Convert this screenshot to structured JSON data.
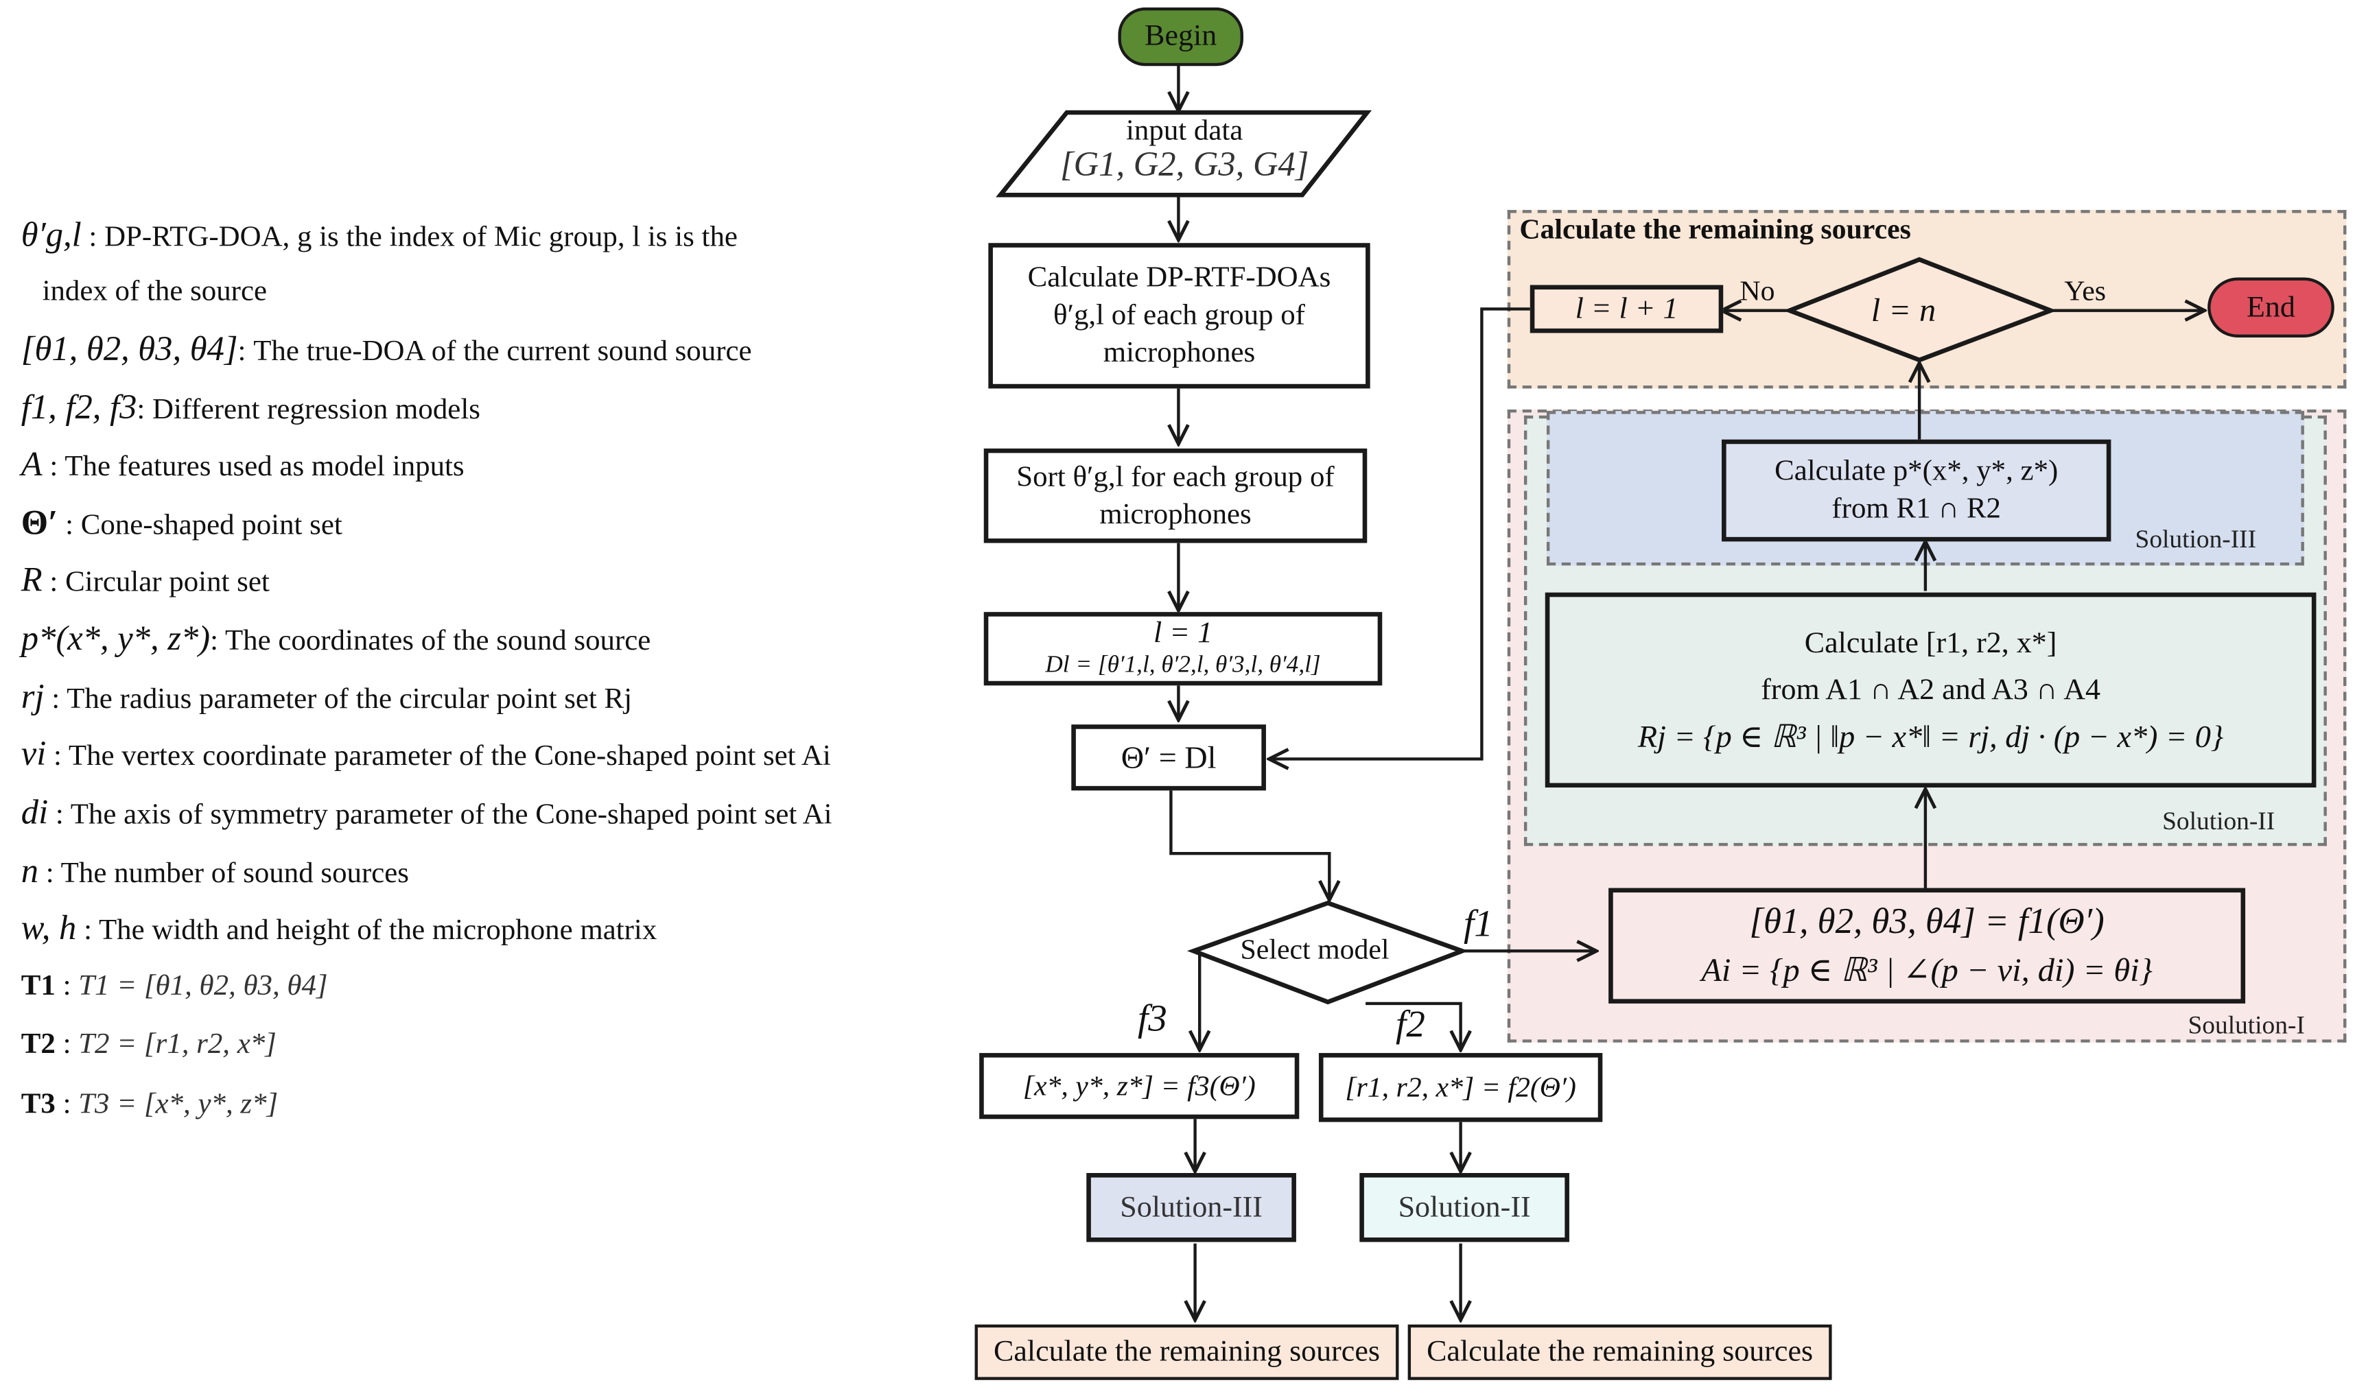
{
  "legend": [
    {
      "symbol": "θ′g,l",
      "sep": " : ",
      "text": "DP-RTG-DOA, g is  the index of Mic group, l is  is  the"
    },
    {
      "symbol": "",
      "sep": "",
      "text": "index of  the source"
    },
    {
      "symbol": "[θ1, θ2, θ3, θ4]",
      "sep": ": ",
      "text": "The true-DOA of the current sound source"
    },
    {
      "symbol": "f1, f2, f3",
      "sep": ": ",
      "text": "Different regression models"
    },
    {
      "symbol": "A",
      "sep": "  : ",
      "text": "The features used as model inputs"
    },
    {
      "symbol": "Θ′",
      "sep": " : ",
      "text": "Cone-shaped point set"
    },
    {
      "symbol": "R",
      "sep": "  : ",
      "text": "Circular point set"
    },
    {
      "symbol": "p*(x*, y*, z*)",
      "sep": ":  ",
      "text": "The coordinates of the sound source"
    },
    {
      "symbol": "rj",
      "sep": " : ",
      "text": "The radius parameter of the circular point set Rj"
    },
    {
      "symbol": "vi",
      "sep": "  : ",
      "text": "The vertex coordinate parameter of the Cone-shaped point set Ai"
    },
    {
      "symbol": "di",
      "sep": "  : ",
      "text": "The axis of symmetry parameter of the Cone-shaped point set Ai"
    },
    {
      "symbol": "n",
      "sep": " : ",
      "text": "The number of sound sources"
    },
    {
      "symbol": "w, h",
      "sep": " : ",
      "text": "The width and height of the microphone matrix"
    },
    {
      "symbol": "T1",
      "sep": " : ",
      "text": "T1 = [θ1, θ2, θ3, θ4]"
    },
    {
      "symbol": "T2",
      "sep": " : ",
      "text": "T2 = [r1, r2, x*]"
    },
    {
      "symbol": "T3",
      "sep": " : ",
      "text": "T3 = [x*, y*, z*]"
    }
  ],
  "flow": {
    "begin": "Begin",
    "input_title": "input data",
    "input_value": "[G1, G2, G3, G4]",
    "calc_line1": "Calculate DP-RTF-DOAs",
    "calc_line2": "θ′g,l  of each group of",
    "calc_line3": "microphones",
    "sort_line1": "Sort θ′g,l for each group of",
    "sort_line2": "microphones",
    "init_line1": "l = 1",
    "init_line2": "Dl = [θ′1,l, θ′2,l, θ′3,l, θ′4,l]",
    "theta_assign": "Θ′ = Dl",
    "select_model": "Select model",
    "f1": "f1",
    "f2": "f2",
    "f3": "f3",
    "f3_eq": "[x*, y*, z*] = f3(Θ′)",
    "f2_eq": "[r1, r2, x*] = f2(Θ′)",
    "solution3": "Solution-III",
    "solution2": "Solution-II",
    "remaining_left": "Calculate the remaining sources",
    "remaining_right": "Calculate the remaining sources"
  },
  "panels": {
    "top_title": "Calculate the remaining sources",
    "increment": "l = l + 1",
    "decision": "l = n",
    "no": "No",
    "yes": "Yes",
    "end": "End",
    "sol3_line1": "Calculate p*(x*, y*, z*)",
    "sol3_line2": "from R1 ∩ R2",
    "sol3_label": "Solution-III",
    "sol2_line1": "Calculate  [r1, r2, x*]",
    "sol2_line2": "from A1 ∩ A2  and  A3 ∩ A4",
    "sol2_line3": "Rj = {p ∈ ℝ³ | ‖p − x*‖ = rj, dj · (p − x*) = 0}",
    "sol2_label": "Solution-II",
    "sol1_line1": "[θ1, θ2, θ3, θ4] = f1(Θ′)",
    "sol1_line2": "Ai = {p ∈ ℝ³ | ∠(p − vi, di) = θi}",
    "sol1_label": "Soulution-I"
  },
  "colors": {
    "begin_fill": "#5a8a32",
    "end_fill": "#e0505e",
    "top_panel_bg": "#f9e7d7",
    "sol1_bg": "#f9e8e8",
    "sol2_bg": "#e6efeb",
    "sol3_bg": "#d4deef",
    "sol3_box": "#dde2f1",
    "sol2_box": "#eaf8f8",
    "remaining_box": "#fbe8da"
  }
}
